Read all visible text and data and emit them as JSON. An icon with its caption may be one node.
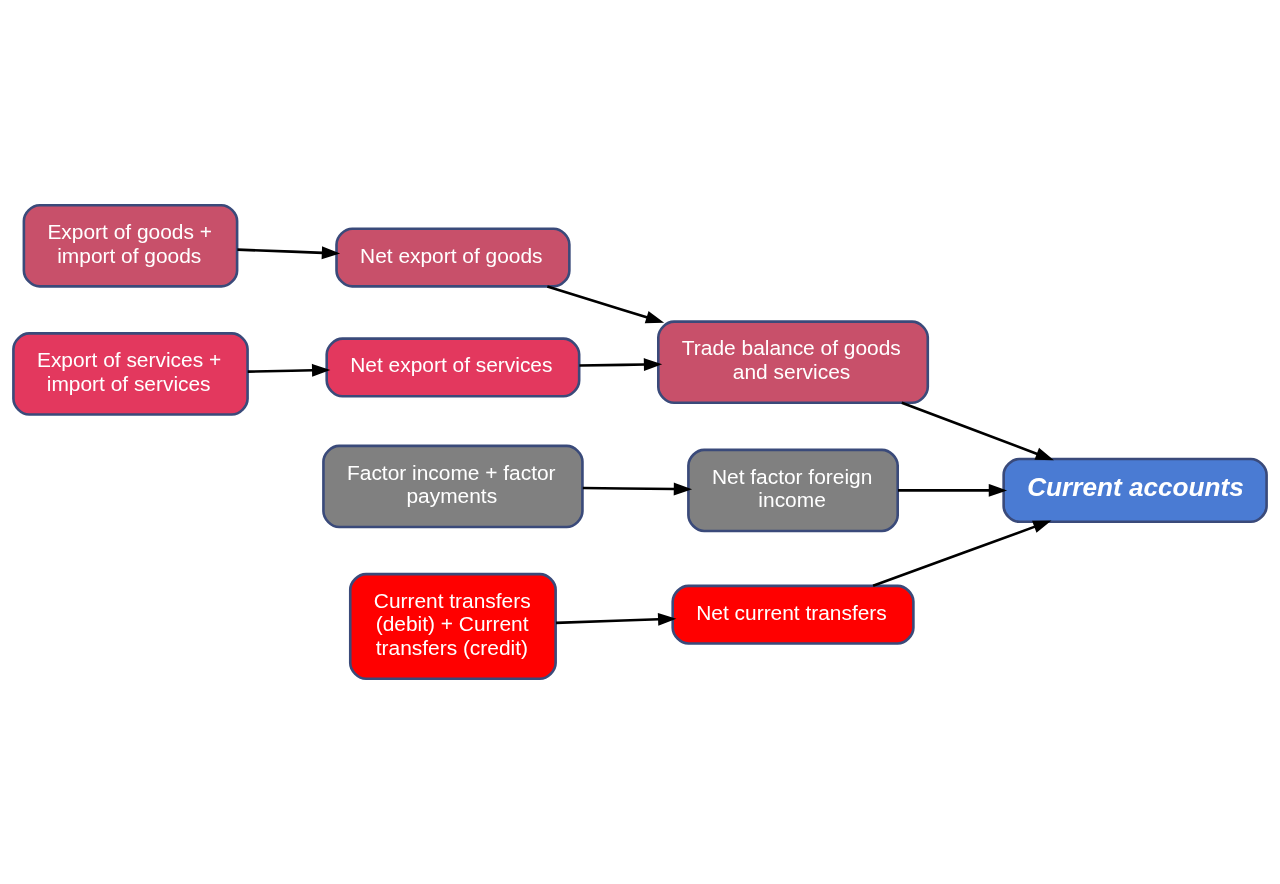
{
  "diagram": {
    "nodes": [
      {
        "text": [
          "Export of goods + import of goods"
        ]
      },
      {
        "text": [
          "Net export of goods"
        ]
      },
      {
        "text": [
          "Trade balance of goods and services"
        ]
      },
      {
        "text": [
          "Export of services + import of services"
        ]
      },
      {
        "text": [
          "Net export of services"
        ]
      },
      {
        "text": [
          "Current accounts"
        ]
      },
      {
        "text": [
          "Factor income + factor payments"
        ]
      },
      {
        "text": [
          "Net factor foreign income"
        ]
      },
      {
        "text": [
          "Current transfers (debit) + Current transfers (credit)"
        ]
      },
      {
        "text": [
          "Net current transfers"
        ]
      }
    ],
    "edges": [
      {
        "from": 0,
        "to": 1,
        "arrow": "to"
      },
      {
        "from": 3,
        "to": 4,
        "arrow": "to"
      },
      {
        "from": 1,
        "to": 2,
        "arrow": "to"
      },
      {
        "from": 4,
        "to": 2,
        "arrow": "to"
      },
      {
        "from": 2,
        "to": 5,
        "arrow": "to"
      },
      {
        "from": 6,
        "to": 7,
        "arrow": "to"
      },
      {
        "from": 7,
        "to": 5,
        "arrow": "to"
      },
      {
        "from": 8,
        "to": 9,
        "arrow": "to"
      },
      {
        "from": 9,
        "to": 5,
        "arrow": "to"
      }
    ]
  }
}
